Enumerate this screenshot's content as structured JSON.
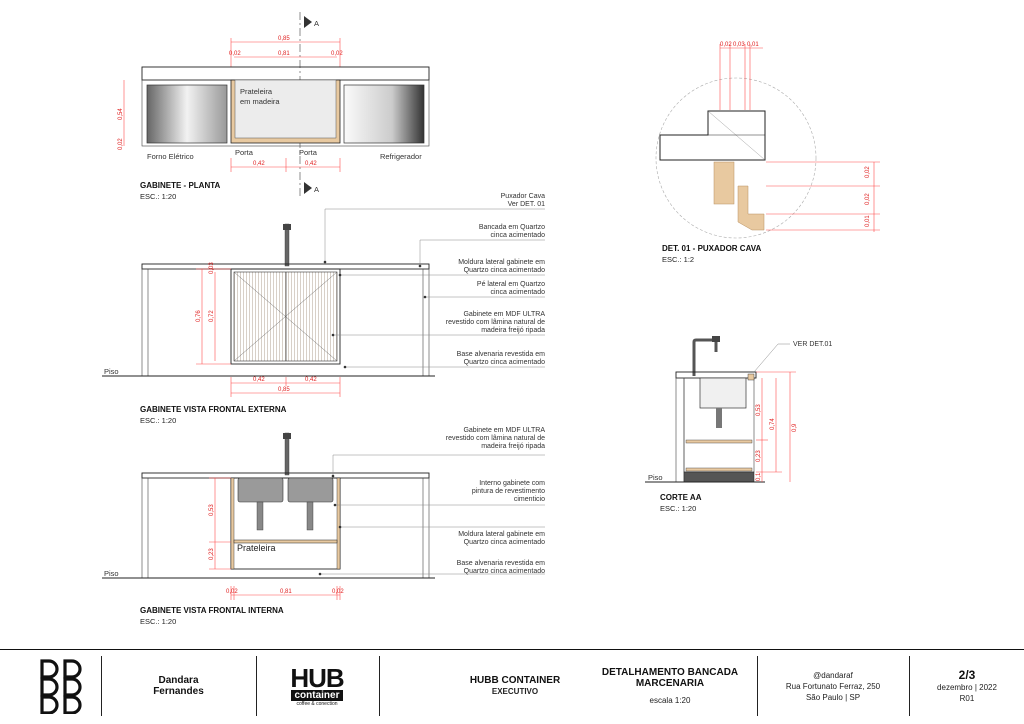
{
  "plan": {
    "title": "GABINETE - PLANTA",
    "scale": "ESC.: 1:20",
    "section_marker": "A",
    "dims": {
      "total": "0,85",
      "inner": "0,81",
      "side_left": "0,02",
      "side_right": "0,02",
      "door_left": "0,42",
      "door_right": "0,42",
      "depth": "0,54",
      "base": "0,02"
    },
    "labels": {
      "shelf_line1": "Prateleira",
      "shelf_line2": "em madeira",
      "oven": "Forno Elétrico",
      "door_left": "Porta",
      "door_right": "Porta",
      "fridge": "Refrigerador"
    }
  },
  "front_ext": {
    "title": "GABINETE VISTA FRONTAL EXTERNA",
    "scale": "ESC.: 1:20",
    "floor": "Piso",
    "dims": {
      "h_total": "0,76",
      "h_inner": "0,72",
      "top": "0,03",
      "door_left": "0,42",
      "door_right": "0,42",
      "total": "0,85"
    },
    "notes": [
      {
        "l1": "Puxador Cava",
        "l2": "Ver DET. 01"
      },
      {
        "l1": "Bancada em Quartzo",
        "l2": "cinca acimentado"
      },
      {
        "l1": "Moldura lateral gabinete em",
        "l2": "Quartzo cinca acimentado"
      },
      {
        "l1": "Pé lateral em Quartzo",
        "l2": "cinca acimentado"
      },
      {
        "l1": "Gabinete em MDF ULTRA",
        "l2": "revestido com lâmina natural de",
        "l3": "madeira freijó ripada"
      },
      {
        "l1": "Base alvenaria revestida em",
        "l2": "Quartzo cinca acimentado"
      }
    ]
  },
  "front_int": {
    "title": "GABINETE VISTA FRONTAL INTERNA",
    "scale": "ESC.: 1:20",
    "floor": "Piso",
    "shelf": "Prateleira",
    "dims": {
      "h_upper": "0,53",
      "h_lower": "0,23",
      "side_left": "0,02",
      "inner": "0,81",
      "side_right": "0,02"
    },
    "notes": [
      {
        "l1": "Gabinete em MDF ULTRA",
        "l2": "revestido com lâmina natural de",
        "l3": "madeira freijó ripada"
      },
      {
        "l1": "Interno gabinete com",
        "l2": "pintura de revestimento",
        "l3": "cimenticio"
      },
      {
        "l1": "Moldura lateral gabinete em",
        "l2": "Quartzo cinca acimentado"
      },
      {
        "l1": "Base alvenaria revestida em",
        "l2": "Quartzo cinca acimentado"
      }
    ]
  },
  "detail": {
    "title": "DET. 01 - PUXADOR CAVA",
    "scale": "ESC.: 1:2",
    "dims": {
      "top_a": "0,02",
      "top_b": "0,03",
      "top_c": "0,01",
      "v1": "0,02",
      "v2": "0,02",
      "v3": "0,01"
    }
  },
  "section": {
    "title": "CORTE AA",
    "scale": "ESC.: 1:20",
    "floor": "Piso",
    "ref": "VER DET.01",
    "dims": {
      "h_total": "0,9",
      "h_mid": "0,74",
      "h_upper": "0,53",
      "h_lower": "0,23",
      "base": "0,1"
    }
  },
  "title_block": {
    "author_first": "Dandara",
    "author_last": "Fernandes",
    "logo_main": "HUB",
    "logo_sub": "container",
    "logo_tag": "coffee & conection",
    "project": "HUBB CONTAINER",
    "phase": "EXECUTIVO",
    "sheet_title_1": "DETALHAMENTO BANCADA",
    "sheet_title_2": "MARCENARIA",
    "sheet_scale": "escala 1:20",
    "handle": "@dandaraf",
    "address": "Rua Fortunato Ferraz, 250",
    "city": "São Paulo | SP",
    "page": "2/3",
    "date": "dezembro | 2022",
    "revision": "R01"
  },
  "colors": {
    "dimension": "#e02020",
    "wood": "#e8c9a0",
    "line": "#222222"
  }
}
